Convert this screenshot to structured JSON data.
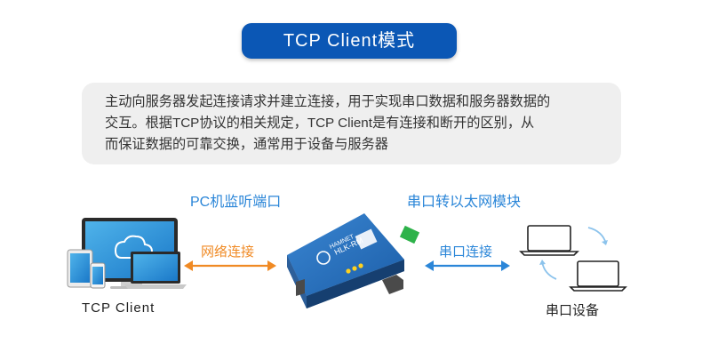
{
  "title": "TCP Client模式",
  "description": [
    "主动向服务器发起连接请求并建立连接，用于实现串口数据和服务器数据的",
    "交互。根据TCP协议的相关规定，TCP Client是有连接和断开的区别，从",
    "而保证数据的可靠交换，通常用于设备与服务器"
  ],
  "left_top_label": "PC机监听端口",
  "right_top_label": "串口转以太网模块",
  "left_arrow_label": "网络连接",
  "right_arrow_label": "串口连接",
  "left_device_label": "TCP Client",
  "right_device_label": "串口设备",
  "module_text": {
    "model": "HLK-RM",
    "brand": "HAMNET"
  },
  "colors": {
    "title_bg": "#0b57b5",
    "accent_blue": "#2b86d8",
    "network_arrow": "#f08a24",
    "serial_arrow": "#2b86d8",
    "device_body": "#2a6fb8"
  },
  "icons": [
    "devices-icon",
    "cloud-icon",
    "module-icon",
    "laptop-icon",
    "cycle-arrow-icon"
  ]
}
